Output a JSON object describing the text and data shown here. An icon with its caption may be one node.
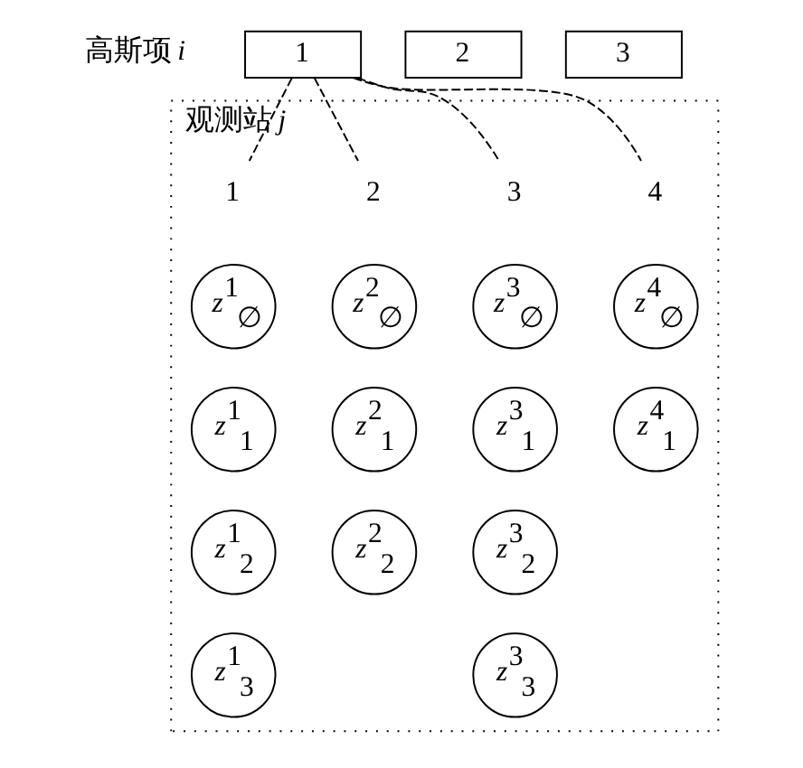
{
  "diagram": {
    "nodes": [
      {
        "text": [
          "1"
        ]
      },
      {
        "text": [
          "2"
        ]
      },
      {
        "text": [
          "3"
        ]
      },
      {
        "text": [
          "观测站 *j*"
        ]
      },
      {
        "text": [
          "1"
        ],
        "in": 3
      },
      {
        "text": [
          "2"
        ],
        "in": 3
      },
      {
        "text": [
          "3"
        ],
        "in": 3
      },
      {
        "text": [
          "4"
        ],
        "in": 3
      },
      {
        "text": [
          "*z*$^{1}$$_{∅}$"
        ],
        "in": 3
      },
      {
        "text": [
          "*z*$^{2}$$_{∅}$"
        ],
        "in": 3
      },
      {
        "text": [
          "*z*$^{3}$$_{∅}$"
        ],
        "in": 3
      },
      {
        "text": [
          "*z*$^{4}$$_{∅}$"
        ],
        "in": 3
      },
      {
        "text": [
          "*z*$^{1}$$_{1}$"
        ],
        "in": 3
      },
      {
        "text": [
          "*z*$^{2}$$_{1}$"
        ],
        "in": 3
      },
      {
        "text": [
          "*z*$^{3}$$_{1}$"
        ],
        "in": 3
      },
      {
        "text": [
          "*z*$^{4}$$_{1}$"
        ],
        "in": 3
      },
      {
        "text": [
          "*z*$^{1}$$_{2}$"
        ],
        "in": 3
      },
      {
        "text": [
          "*z*$^{2}$$_{2}$"
        ],
        "in": 3
      },
      {
        "text": [
          "*z*$^{3}$$_{2}$"
        ],
        "in": 3
      },
      {
        "text": [
          "*z*$^{1}$$_{3}$"
        ],
        "in": 3
      },
      {
        "text": [
          "*z*$^{3}$$_{3}$"
        ],
        "in": 3
      }
    ],
    "edges": [
      {
        "from": 0,
        "to": 4,
        "arrow": "none",
        "style": "dashed"
      },
      {
        "from": 0,
        "to": 5,
        "arrow": "none",
        "style": "dashed"
      },
      {
        "from": 0,
        "to": 6,
        "arrow": "none",
        "style": "dashed"
      },
      {
        "from": 0,
        "to": 7,
        "arrow": "none",
        "style": "dashed"
      }
    ],
    "labels": [
      "高斯项 *i*"
    ]
  }
}
